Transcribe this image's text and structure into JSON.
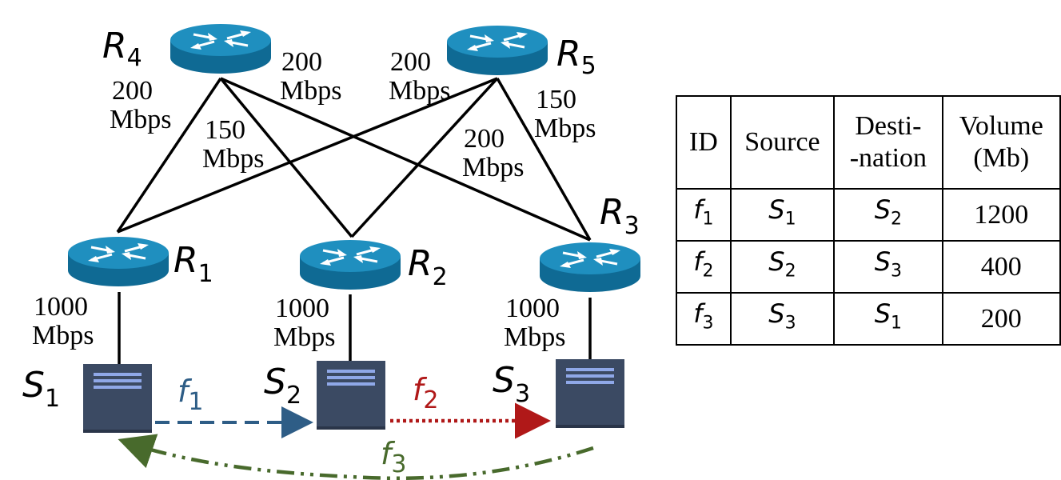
{
  "routers": {
    "R1": {
      "base": "R",
      "sub": "1"
    },
    "R2": {
      "base": "R",
      "sub": "2"
    },
    "R3": {
      "base": "R",
      "sub": "3"
    },
    "R4": {
      "base": "R",
      "sub": "4"
    },
    "R5": {
      "base": "R",
      "sub": "5"
    }
  },
  "servers": {
    "S1": {
      "base": "S",
      "sub": "1"
    },
    "S2": {
      "base": "S",
      "sub": "2"
    },
    "S3": {
      "base": "S",
      "sub": "3"
    }
  },
  "link_labels": {
    "r4_left": {
      "num": "200",
      "unit": "Mbps"
    },
    "r4_right": {
      "num": "200",
      "unit": "Mbps"
    },
    "r4_mid": {
      "num": "150",
      "unit": "Mbps"
    },
    "r5_left": {
      "num": "200",
      "unit": "Mbps"
    },
    "r5_right": {
      "num": "150",
      "unit": "Mbps"
    },
    "r5_mid": {
      "num": "200",
      "unit": "Mbps"
    },
    "s1": {
      "num": "1000",
      "unit": "Mbps"
    },
    "s2": {
      "num": "1000",
      "unit": "Mbps"
    },
    "s3": {
      "num": "1000",
      "unit": "Mbps"
    }
  },
  "flows": {
    "f1": {
      "base": "f",
      "sub": "1"
    },
    "f2": {
      "base": "f",
      "sub": "2"
    },
    "f3": {
      "base": "f",
      "sub": "3"
    }
  },
  "colors": {
    "router_top": "#1f8fbf",
    "router_side": "#0f6a94",
    "server_body": "#3b4a63",
    "server_stripe": "#8fa8e8",
    "f1": "#2e5d86",
    "f2": "#b01818",
    "f3": "#486a2c"
  },
  "icons": {
    "router": "router-icon",
    "server": "server-icon"
  },
  "table": {
    "headers": {
      "id": "ID",
      "source": "Source",
      "dest_1": "Desti-",
      "dest_2": "-nation",
      "volume_1": "Volume",
      "volume_2": "(Mb)"
    },
    "rows": [
      {
        "id": "f",
        "id_sub": "1",
        "src": "S",
        "src_sub": "1",
        "dst": "S",
        "dst_sub": "2",
        "volume": "1200"
      },
      {
        "id": "f",
        "id_sub": "2",
        "src": "S",
        "src_sub": "2",
        "dst": "S",
        "dst_sub": "3",
        "volume": "400"
      },
      {
        "id": "f",
        "id_sub": "3",
        "src": "S",
        "src_sub": "3",
        "dst": "S",
        "dst_sub": "1",
        "volume": "200"
      }
    ]
  }
}
